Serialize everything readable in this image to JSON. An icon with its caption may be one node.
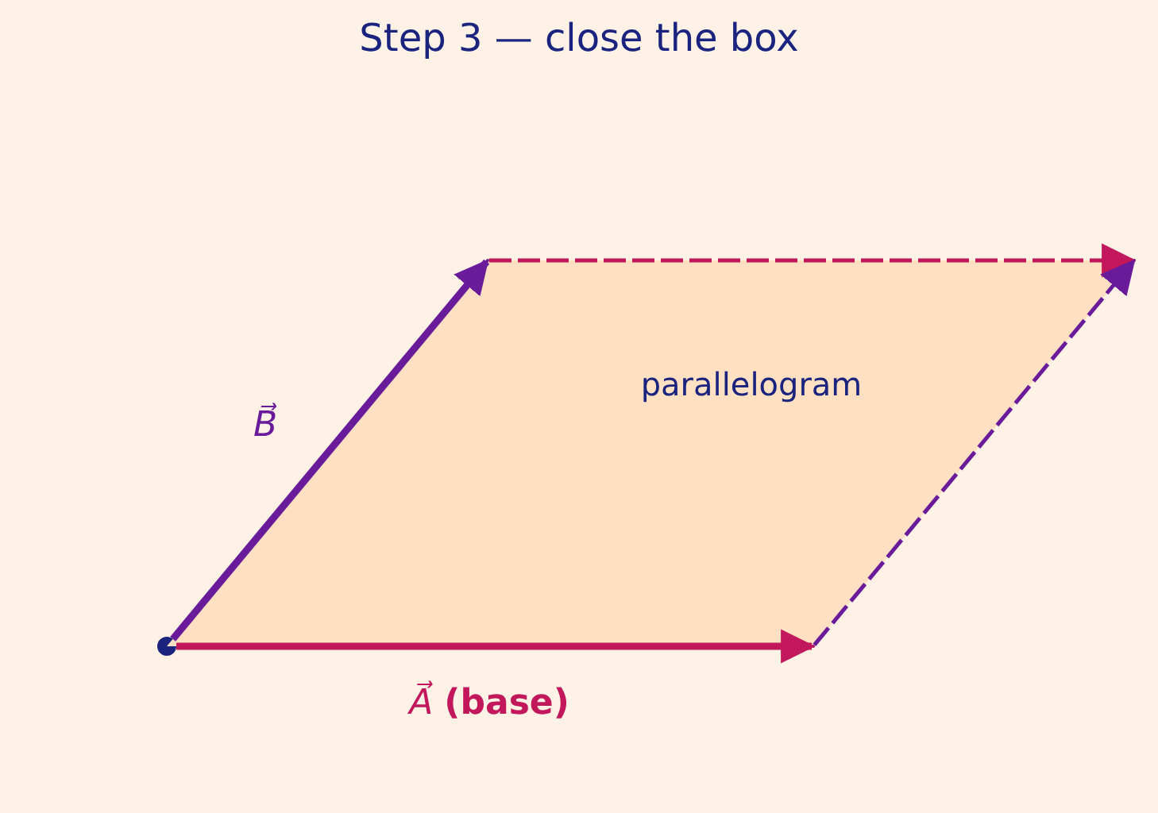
{
  "diagram": {
    "title": "Step 3 — close the box",
    "nodes": [
      {
        "text": [],
        "shape": "circle"
      },
      {
        "text": [
          "parallelogram"
        ]
      },
      {
        "text": [],
        "shape": "point"
      },
      {
        "text": [],
        "shape": "point"
      },
      {
        "text": [],
        "shape": "point"
      }
    ],
    "edges": [
      {
        "from": 0,
        "to": 3,
        "arrow": "to",
        "label": "*A⃗* **(base)**",
        "style": "thick",
        "color": "#c2185b"
      },
      {
        "from": 0,
        "to": 2,
        "arrow": "to",
        "label": "*B⃗*",
        "style": "thick",
        "color": "#6a1b9a"
      },
      {
        "from": 2,
        "to": 4,
        "arrow": "to",
        "style": "dashed",
        "color": "#c2185b"
      },
      {
        "from": 3,
        "to": 4,
        "arrow": "to",
        "style": "dashed",
        "color": "#6a1b9a"
      }
    ]
  }
}
